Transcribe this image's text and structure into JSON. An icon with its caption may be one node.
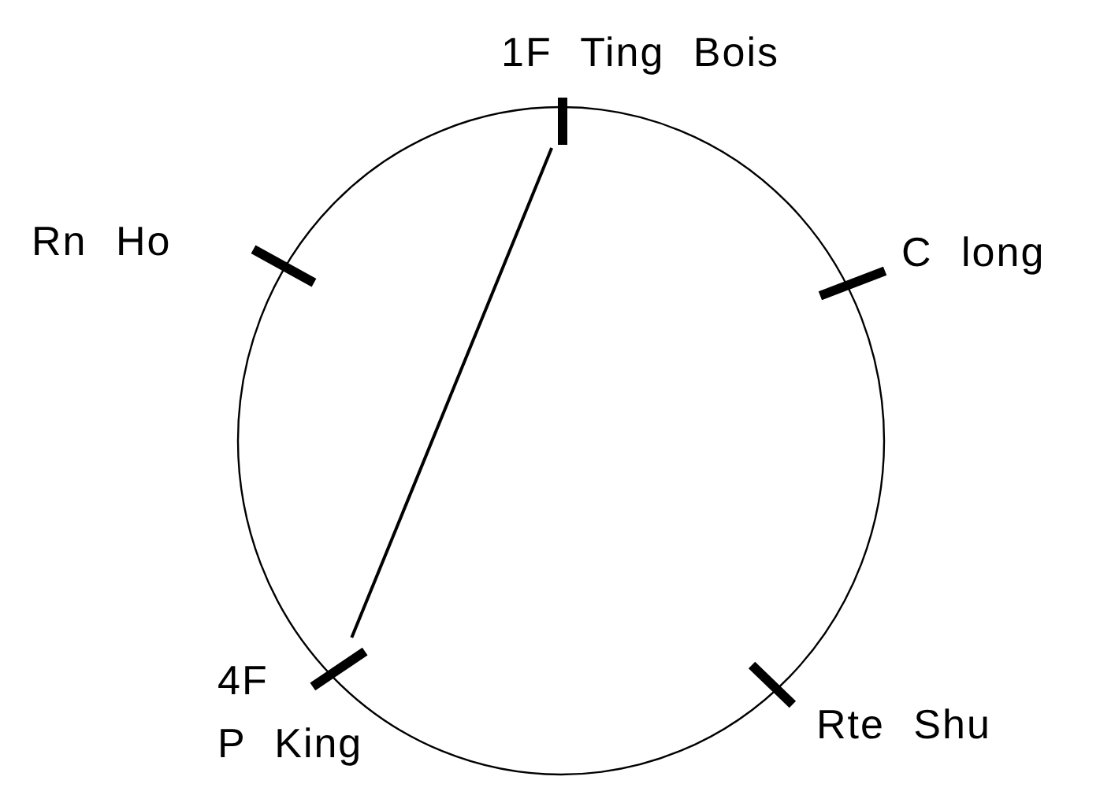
{
  "diagram": {
    "nodes": [
      {
        "text": [
          "1F Ting Bois"
        ]
      },
      {
        "text": [
          "Rn Ho"
        ]
      },
      {
        "text": [
          "C long"
        ]
      },
      {
        "text": [
          "4F",
          "P King"
        ]
      },
      {
        "text": [
          "Rte Shu"
        ]
      }
    ],
    "edges": [
      {
        "from": 0,
        "to": 3,
        "arrow": "none"
      }
    ]
  }
}
